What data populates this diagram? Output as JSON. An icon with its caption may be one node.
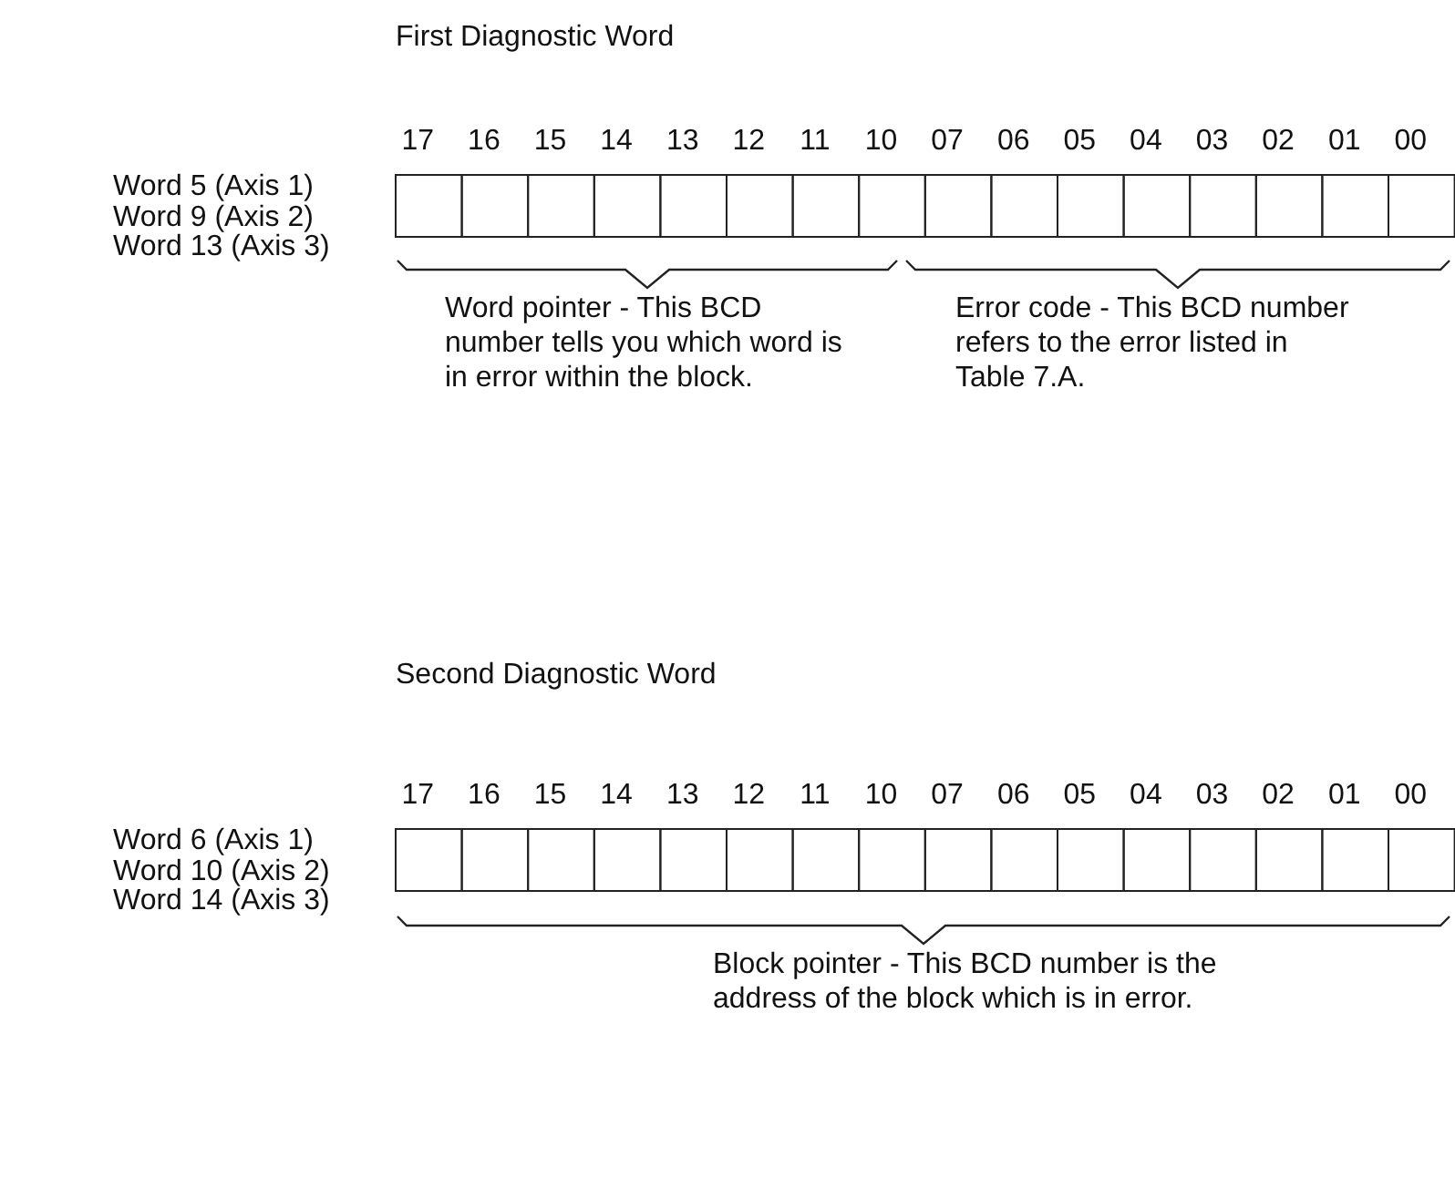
{
  "diagram": {
    "labels": [
      "First Diagnostic Word",
      "Word 5 (Axis 1)",
      "Word 9 (Axis 2)",
      "Word 13 (Axis 3)",
      "17",
      "16",
      "15",
      "14",
      "13",
      "12",
      "11",
      "10",
      "07",
      "06",
      "05",
      "04",
      "03",
      "02",
      "01",
      "00",
      "Word pointer - This BCD number tells you which word is in error within the block.",
      "Error code - This BCD number refers to the error listed in Table 7.A.",
      "Second Diagnostic Word",
      "Word 6 (Axis 1)",
      "Word 10 (Axis 2)",
      "Word 14 (Axis 3)",
      "17",
      "16",
      "15",
      "14",
      "13",
      "12",
      "11",
      "10",
      "07",
      "06",
      "05",
      "04",
      "03",
      "02",
      "01",
      "00",
      "Block pointer - This BCD number is the address of the block which is in error."
    ]
  }
}
